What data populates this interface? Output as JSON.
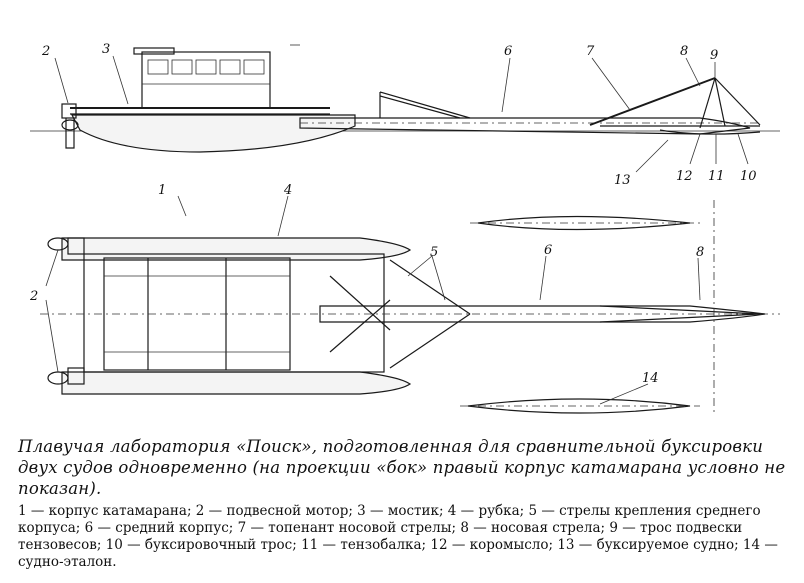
{
  "labels": {
    "side": [
      "2",
      "3",
      "6",
      "7",
      "8",
      "9",
      "13",
      "12",
      "11",
      "10"
    ],
    "plan": [
      "1",
      "4",
      "2",
      "5",
      "6",
      "8",
      "14"
    ]
  },
  "caption": {
    "title": "Плавучая лаборатория «Поиск», подготовленная для сравнительной буксировки двух судов одновременно (на проекции «бок» правый корпус катамарана условно не показан).",
    "legend": "1 — корпус катамарана; 2 — подвесной мотор; 3 — мостик; 4 — рубка; 5 — стрелы крепления среднего корпуса; 6 — средний корпус; 7 — топенант носовой стрелы; 8 — носовая стрела; 9 — трос подвески тензовесов; 10 — буксировочный трос; 11 — тензобалка; 12 — коромысло; 13 — буксируемое судно; 14 — судно-эталон."
  }
}
